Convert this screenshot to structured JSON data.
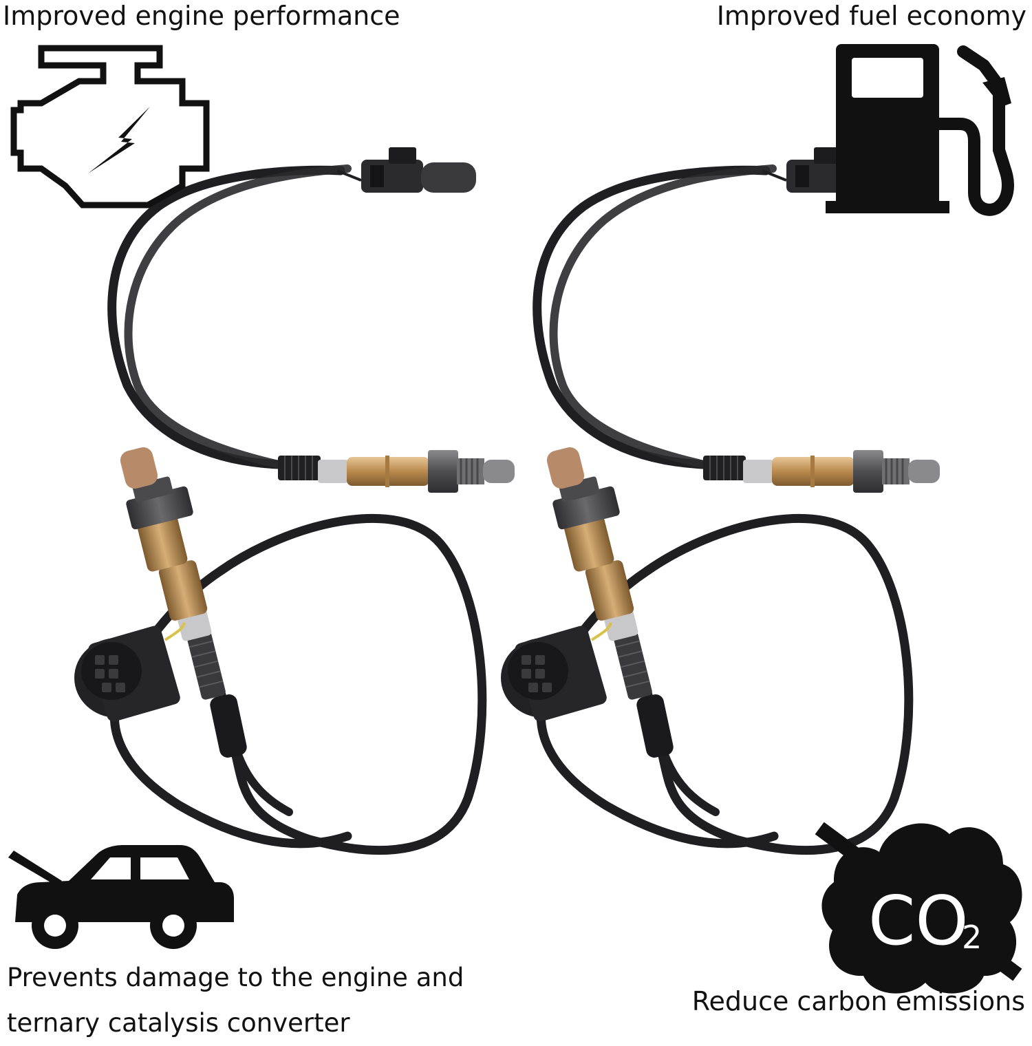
{
  "features": {
    "top_left": {
      "text": "Improved engine performance",
      "icon": "engine-check-icon"
    },
    "top_right": {
      "text": "Improved fuel economy",
      "icon": "fuel-pump-icon"
    },
    "bottom_left": {
      "lines": [
        "Prevents damage to the engine and",
        "ternary catalysis converter"
      ],
      "icon": "car-open-hood-icon"
    },
    "bottom_right": {
      "text": "Reduce carbon emissions",
      "icon": "co2-cloud-icon"
    }
  },
  "co2_badge": {
    "main": "CO",
    "subscript": "2"
  },
  "product": {
    "sensor_count": 4,
    "cable_color": "#1f1f22",
    "metal_color": "#b98a4e",
    "hex_nut_color": "#5e5e60"
  }
}
